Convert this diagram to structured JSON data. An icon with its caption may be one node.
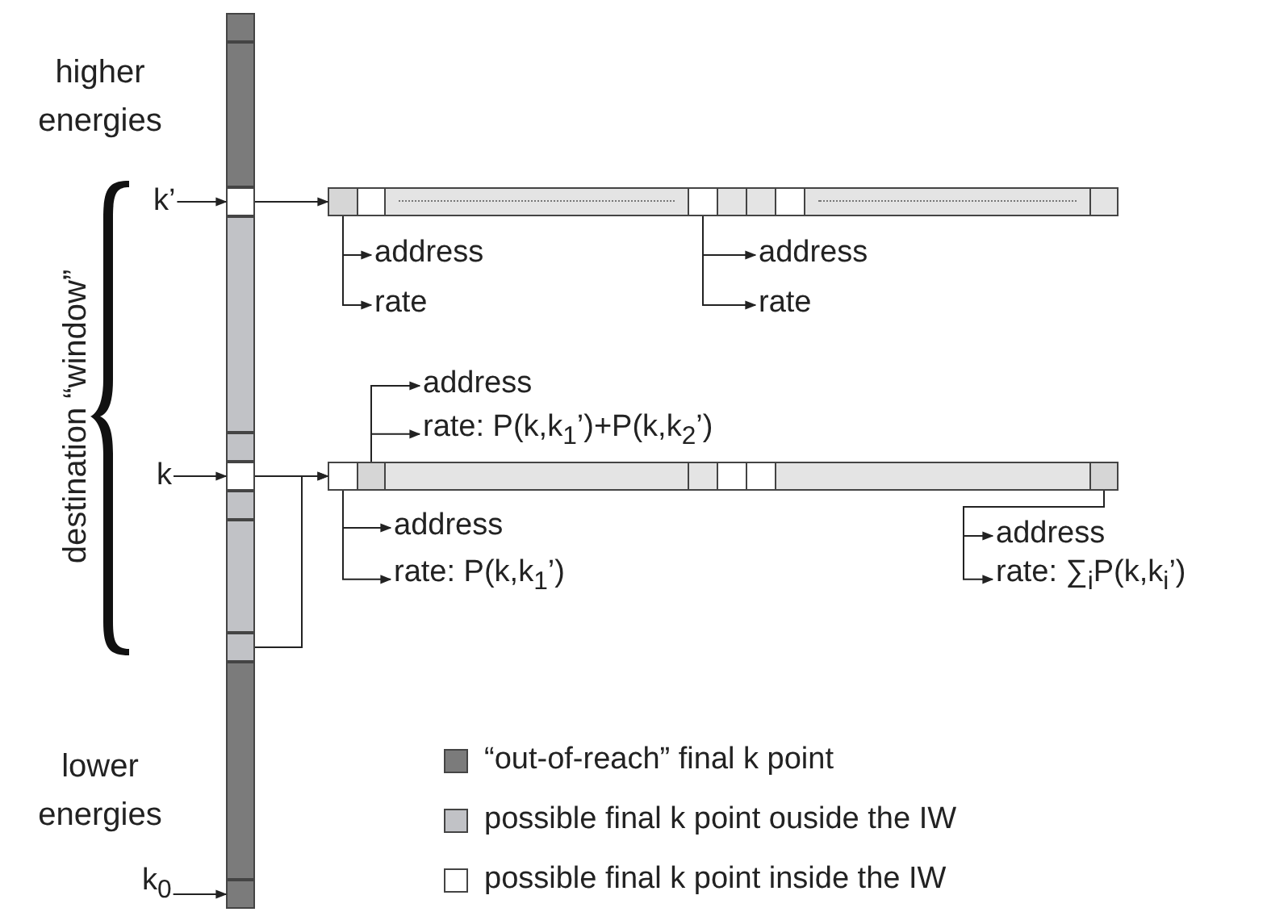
{
  "diagram": {
    "nodes": [
      {
        "text": [
          "k’"
        ]
      },
      {
        "text": [
          "k"
        ]
      },
      {
        "text": [
          "k$_{0}$"
        ]
      },
      {
        "text": [],
        "shape": "box"
      },
      {
        "text": [],
        "shape": "box"
      },
      {
        "text": [],
        "shape": "box"
      },
      {
        "text": [],
        "shape": "box"
      },
      {
        "text": [],
        "shape": "box"
      },
      {
        "text": [],
        "shape": "box",
        "in": 7
      },
      {
        "text": [],
        "shape": "box",
        "in": 7
      },
      {
        "text": [],
        "shape": "box"
      },
      {
        "text": [],
        "shape": "box",
        "in": 10
      },
      {
        "text": [],
        "shape": "box",
        "in": 10
      },
      {
        "text": [],
        "shape": "box",
        "in": 10
      },
      {
        "text": [
          "address"
        ]
      },
      {
        "text": [
          "rate"
        ]
      },
      {
        "text": [
          "address"
        ]
      },
      {
        "text": [
          "rate"
        ]
      },
      {
        "text": [
          "address"
        ]
      },
      {
        "text": [
          "rate: P(k,k$_{1}$’)+P(k,k$_{2}$’)"
        ]
      },
      {
        "text": [
          "address"
        ]
      },
      {
        "text": [
          "rate: P(k,k$_{1}$’)"
        ]
      },
      {
        "text": [
          "address"
        ]
      },
      {
        "text": [
          "rate: ∑$_{i}$P(k,k$_{i}$’)"
        ]
      }
    ],
    "edges": [
      {
        "from": 0,
        "to": 3,
        "arrow": "to"
      },
      {
        "from": 1,
        "to": 4,
        "arrow": "to"
      },
      {
        "from": 2,
        "to": 6,
        "arrow": "to"
      },
      {
        "from": 3,
        "to": 7,
        "arrow": "to"
      },
      {
        "from": 4,
        "to": 10,
        "arrow": "to"
      },
      {
        "from": 5,
        "to": 10,
        "arrow": "to"
      },
      {
        "from": 8,
        "to": 14,
        "arrow": "to"
      },
      {
        "from": 8,
        "to": 15,
        "arrow": "to"
      },
      {
        "from": 9,
        "to": 16,
        "arrow": "to"
      },
      {
        "from": 9,
        "to": 17,
        "arrow": "to"
      },
      {
        "from": 12,
        "to": 18,
        "arrow": "to"
      },
      {
        "from": 12,
        "to": 19,
        "arrow": "to"
      },
      {
        "from": 11,
        "to": 20,
        "arrow": "to"
      },
      {
        "from": 11,
        "to": 21,
        "arrow": "to"
      },
      {
        "from": 13,
        "to": 22,
        "arrow": "to"
      },
      {
        "from": 13,
        "to": 23,
        "arrow": "to"
      }
    ],
    "labels": [
      "higher energies",
      "destination “window”",
      "lower energies"
    ],
    "legend": [
      {
        "text": "“out-of-reach” final k point",
        "color": "#7b7b7b"
      },
      {
        "text": "possible final k point ouside the IW",
        "color": "#c1c2c6"
      },
      {
        "text": "possible final k point inside the IW",
        "color": "#ffffff"
      }
    ]
  }
}
